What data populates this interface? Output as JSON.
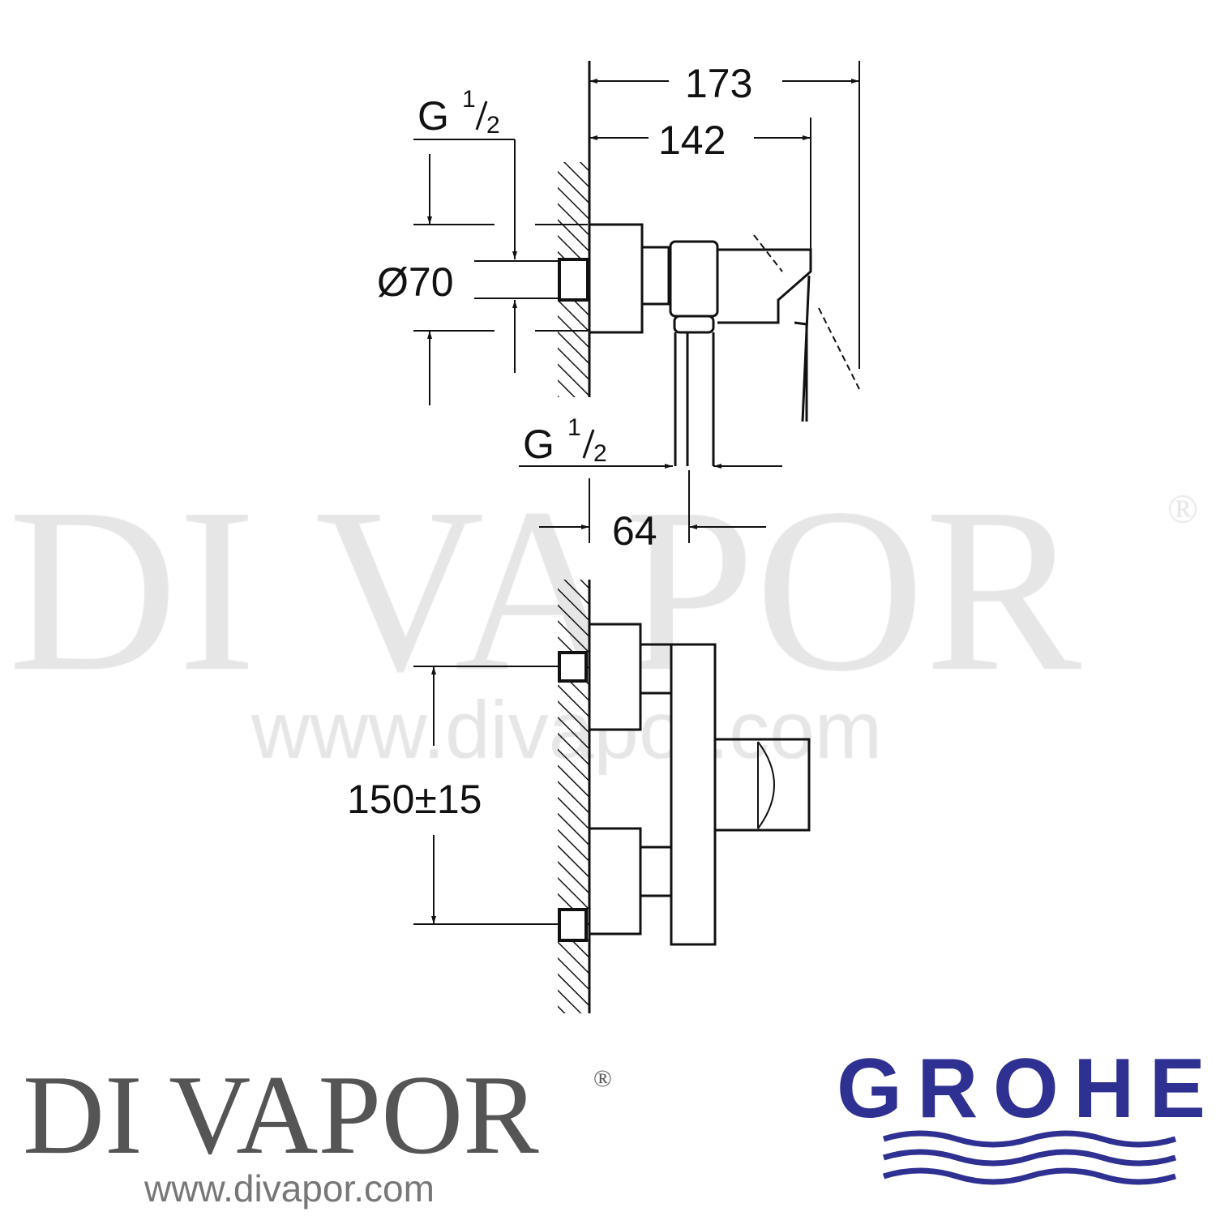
{
  "watermark": {
    "brand": "DI VAPOR",
    "registered": "®",
    "url": "www.divapor.com"
  },
  "dimensions": {
    "overall_depth": "173",
    "body_depth": "142",
    "thread_top": {
      "prefix": "G",
      "num": "1",
      "den": "2"
    },
    "rosette_diameter": "Ø70",
    "thread_bottom": {
      "prefix": "G",
      "num": "1",
      "den": "2"
    },
    "outlet_offset": "64",
    "inlet_spacing": "150±15"
  },
  "footer": {
    "divapor_logo": "DI VAPOR",
    "divapor_registered": "®",
    "divapor_url": "www.divapor.com",
    "grohe_logo": "GROHE",
    "grohe_color": "#2e3192",
    "divapor_color": "#555555"
  }
}
